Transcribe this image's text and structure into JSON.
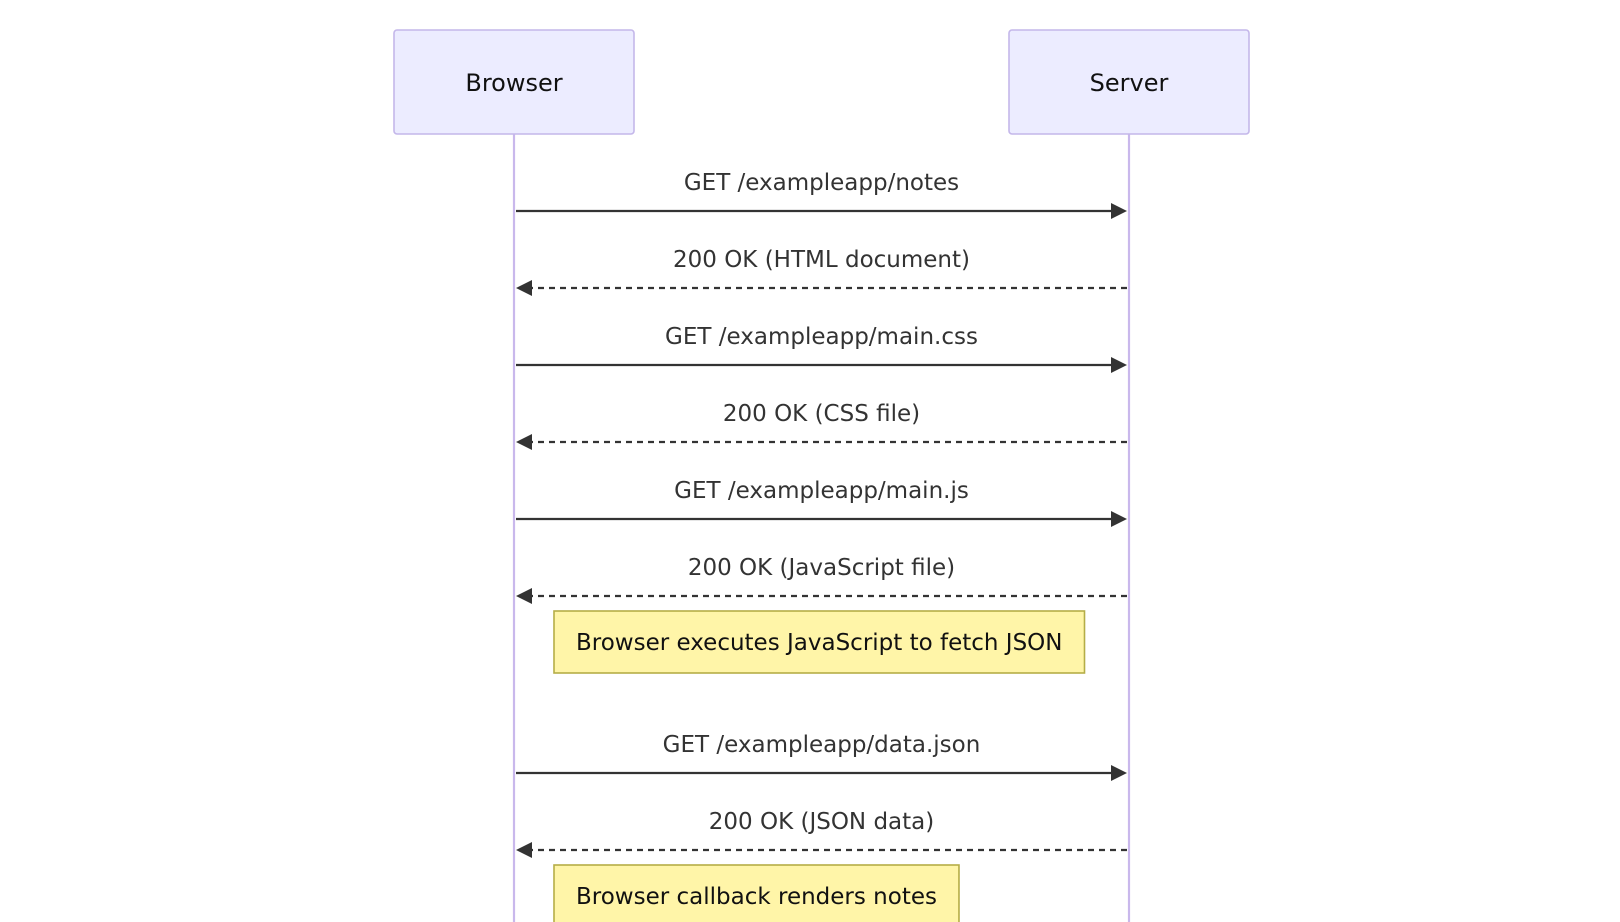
{
  "participants": [
    {
      "id": "browser",
      "label": "Browser"
    },
    {
      "id": "server",
      "label": "Server"
    }
  ],
  "events": [
    {
      "kind": "message",
      "from": "browser",
      "to": "server",
      "style": "solid",
      "label": "GET /exampleapp/notes"
    },
    {
      "kind": "message",
      "from": "server",
      "to": "browser",
      "style": "dashed",
      "label": "200 OK (HTML document)"
    },
    {
      "kind": "message",
      "from": "browser",
      "to": "server",
      "style": "solid",
      "label": "GET /exampleapp/main.css"
    },
    {
      "kind": "message",
      "from": "server",
      "to": "browser",
      "style": "dashed",
      "label": "200 OK (CSS file)"
    },
    {
      "kind": "message",
      "from": "browser",
      "to": "server",
      "style": "solid",
      "label": "GET /exampleapp/main.js"
    },
    {
      "kind": "message",
      "from": "server",
      "to": "browser",
      "style": "dashed",
      "label": "200 OK (JavaScript file)"
    },
    {
      "kind": "note",
      "over": "browser",
      "label": "Browser executes JavaScript to fetch JSON"
    },
    {
      "kind": "message",
      "from": "browser",
      "to": "server",
      "style": "solid",
      "label": "GET /exampleapp/data.json"
    },
    {
      "kind": "message",
      "from": "server",
      "to": "browser",
      "style": "dashed",
      "label": "200 OK (JSON data)"
    },
    {
      "kind": "note",
      "over": "browser",
      "label": "Browser callback renders notes"
    }
  ],
  "colors": {
    "participant_fill": "#ececff",
    "participant_border": "#c4b7ea",
    "lifeline": "#c9b8ec",
    "message": "#333333",
    "note_fill": "#fff5a8",
    "note_border": "#b5ad47"
  }
}
